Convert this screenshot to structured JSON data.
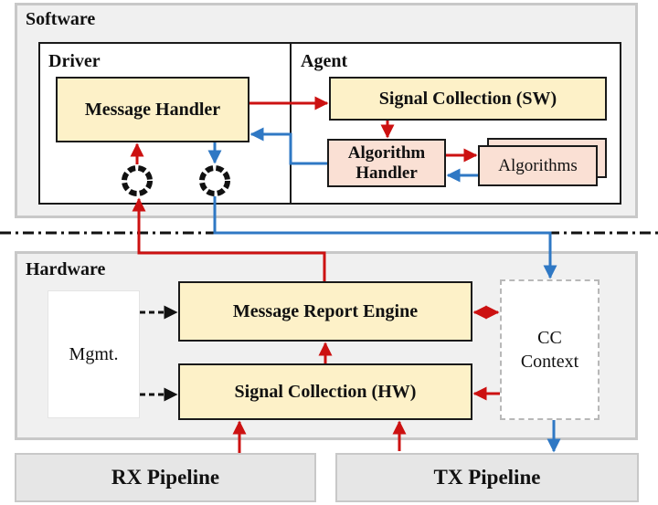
{
  "software": {
    "title": "Software",
    "driver": {
      "title": "Driver",
      "message_handler": "Message Handler",
      "rings": [
        {
          "name": "rx-ring-icon",
          "direction": "up"
        },
        {
          "name": "tx-ring-icon",
          "direction": "down"
        }
      ]
    },
    "agent": {
      "title": "Agent",
      "signal_collection": "Signal Collection (SW)",
      "algorithm_handler_line1": "Algorithm",
      "algorithm_handler_line2": "Handler",
      "algorithms": "Algorithms"
    }
  },
  "hardware": {
    "title": "Hardware",
    "mgmt": "Mgmt.",
    "message_report_engine": "Message Report Engine",
    "signal_collection": "Signal Collection (HW)",
    "cc_context_line1": "CC",
    "cc_context_line2": "Context"
  },
  "pipelines": {
    "rx": "RX Pipeline",
    "tx": "TX Pipeline"
  },
  "colors": {
    "request_arrow": "#cc1111",
    "response_arrow": "#2f78c4",
    "control_arrow": "#111111"
  }
}
